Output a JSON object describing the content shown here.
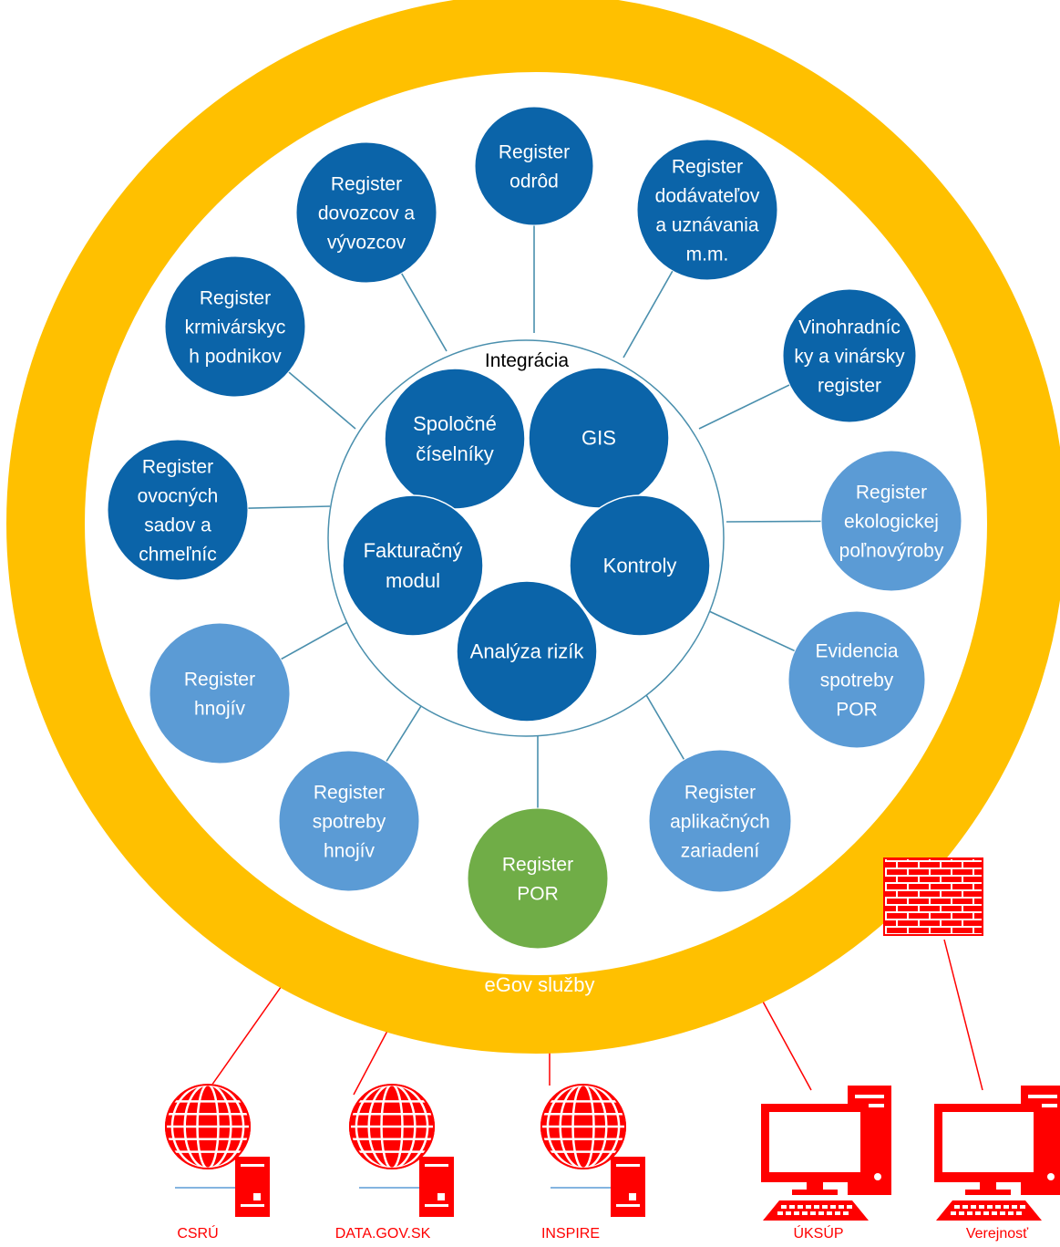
{
  "colors": {
    "ring": "#FFC000",
    "dark_blue": "#0B64A9",
    "light_blue": "#5B9BD5",
    "green": "#70AD47",
    "connector": "#4A8FAD",
    "external_red": "#FF0000",
    "server_link": "#5B9BD5"
  },
  "ring_label": "eGov služby",
  "integration_label": "Integrácia",
  "core_modules": [
    {
      "id": "ciselniky",
      "lines": [
        "Spoločné",
        "číselníky"
      ],
      "color": "dark_blue"
    },
    {
      "id": "gis",
      "lines": [
        "GIS"
      ],
      "color": "dark_blue"
    },
    {
      "id": "kontroly",
      "lines": [
        "Kontroly"
      ],
      "color": "dark_blue"
    },
    {
      "id": "analyza",
      "lines": [
        "Analýza rizík"
      ],
      "color": "dark_blue"
    },
    {
      "id": "fakturacny",
      "lines": [
        "Fakturačný",
        "modul"
      ],
      "color": "dark_blue"
    }
  ],
  "registers": [
    {
      "id": "odrod",
      "lines": [
        "Register",
        "odrôd"
      ],
      "color": "dark_blue"
    },
    {
      "id": "dodavatelov",
      "lines": [
        "Register",
        "dodávateľov",
        "a uznávania",
        "m.m."
      ],
      "color": "dark_blue"
    },
    {
      "id": "vinohradnicky",
      "lines": [
        "Vinohradníc",
        "ky a vinársky",
        "register"
      ],
      "color": "dark_blue"
    },
    {
      "id": "ekologickej",
      "lines": [
        "Register",
        "ekologickej",
        "poľnovýroby"
      ],
      "color": "light_blue"
    },
    {
      "id": "evidencia-por",
      "lines": [
        "Evidencia",
        "spotreby",
        "POR"
      ],
      "color": "light_blue"
    },
    {
      "id": "aplikacnych",
      "lines": [
        "Register",
        "aplikačných",
        "zariadení"
      ],
      "color": "light_blue"
    },
    {
      "id": "register-por",
      "lines": [
        "Register",
        "POR"
      ],
      "color": "green"
    },
    {
      "id": "spotreby-hnojiv",
      "lines": [
        "Register",
        "spotreby",
        "hnojív"
      ],
      "color": "light_blue"
    },
    {
      "id": "hnojiv",
      "lines": [
        "Register",
        "hnojív"
      ],
      "color": "light_blue"
    },
    {
      "id": "ovocnych",
      "lines": [
        "Register",
        "ovocných",
        "sadov a",
        "chmeľníc"
      ],
      "color": "dark_blue"
    },
    {
      "id": "krmivarskych",
      "lines": [
        "Register",
        "krmivárskyc",
        "h podnikov"
      ],
      "color": "dark_blue"
    },
    {
      "id": "dovozcov",
      "lines": [
        "Register",
        "dovozcov a",
        "vývozcov"
      ],
      "color": "dark_blue"
    }
  ],
  "external_systems": [
    {
      "id": "csru",
      "label": "CSRÚ",
      "icon": "globe-server-icon"
    },
    {
      "id": "data-gov-sk",
      "label": "DATA.GOV.SK",
      "icon": "globe-server-icon"
    },
    {
      "id": "inspire",
      "label": "INSPIRE",
      "icon": "globe-server-icon"
    },
    {
      "id": "uksup",
      "label": "ÚKSÚP",
      "icon": "workstation-icon"
    },
    {
      "id": "verejnost",
      "label": "Verejnosť",
      "icon": "workstation-icon"
    }
  ],
  "firewall_icon": "firewall-icon"
}
